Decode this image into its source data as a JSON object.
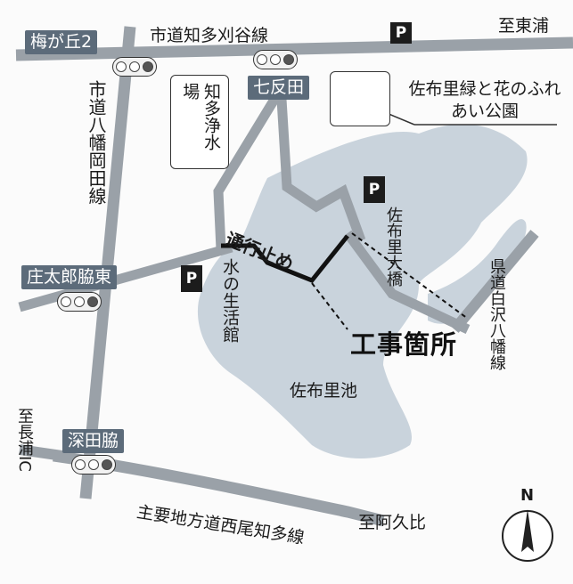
{
  "roads": {
    "top": "市道知多刈谷線",
    "left_vertical": "市道八幡岡田線",
    "bottom": "主要地方道西尾知多線",
    "right": "県道白沢八幡線",
    "bridge": "佐布里大橋"
  },
  "intersections": {
    "umegaoka": "梅が丘2",
    "shichitanda": "七反田",
    "shotaro": "庄太郎脇東",
    "fukada": "深田脇"
  },
  "destinations": {
    "east": "至東浦",
    "south_left": "至長浦IC",
    "south": "至阿久比"
  },
  "places": {
    "water_plant": "知多浄水場",
    "park": "佐布里緑と花のふれあい公園",
    "museum": "水の生活館",
    "pond": "佐布里池"
  },
  "notices": {
    "closed": "通行止め",
    "construction": "工事箇所"
  },
  "parking_label": "P",
  "compass_label": "N",
  "colors": {
    "road": "#9aa1a8",
    "water": "#c9d3dc",
    "badge": "#5c6b7a",
    "closed_road": "#111111"
  }
}
